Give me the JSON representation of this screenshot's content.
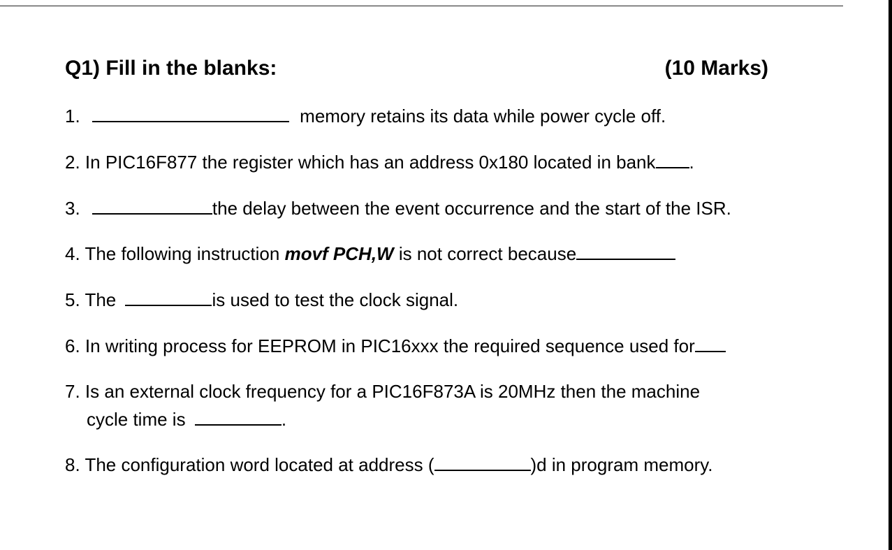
{
  "header": {
    "title": "Q1) Fill in the blanks:",
    "marks": "(10 Marks)"
  },
  "questions": {
    "q1": {
      "num": "1.",
      "text": "memory retains its data while power cycle off."
    },
    "q2": {
      "text": "2. In PIC16F877 the register which has an address 0x180 located in bank",
      "end": "."
    },
    "q3": {
      "num": "3.",
      "text": "the delay between the event occurrence and the start of the ISR."
    },
    "q4": {
      "pre": "4. The following instruction",
      "code": "movf PCH,W",
      "post": "is not correct because"
    },
    "q5": {
      "pre": "5. The",
      "post": "is used to test the clock signal."
    },
    "q6": {
      "text": "6. In writing process for EEPROM in PIC16xxx the required sequence used for"
    },
    "q7": {
      "line1": "7. Is an external clock frequency for a PIC16F873A is 20MHz then the machine",
      "line2": "cycle time is",
      "end": "."
    },
    "q8": {
      "pre": "8. The configuration word located at address (",
      "post": ")d in program memory."
    }
  }
}
